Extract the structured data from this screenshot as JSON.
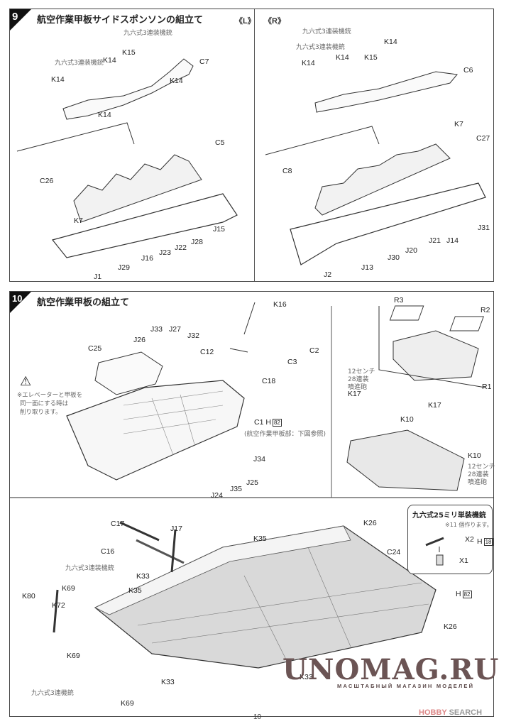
{
  "step9": {
    "number": "9",
    "title": "航空作業甲板サイドスポンソンの組立て",
    "left": {
      "side_label": "《L》",
      "upper_labels": [
        "九六式3連装機銃",
        "九六式3連装機銃",
        "K14",
        "K15",
        "C7",
        "K14",
        "K14",
        "K14"
      ],
      "lower_labels": [
        "C26",
        "K7",
        "C5",
        "J15",
        "J28",
        "J22",
        "J23",
        "J16",
        "J29",
        "J1"
      ]
    },
    "right": {
      "side_label": "《R》",
      "upper_labels": [
        "九六式3連装機銃",
        "九六式3連装機銃",
        "K14",
        "K14",
        "K15",
        "K14",
        "C6"
      ],
      "lower_labels": [
        "K7",
        "C27",
        "C8",
        "J31",
        "J14",
        "J21",
        "J20",
        "J30",
        "J13",
        "J2"
      ]
    }
  },
  "step10": {
    "number": "10",
    "title": "航空作業甲板の組立て",
    "warning_icon": "warning-triangle-icon",
    "warning_text": [
      "※エレベーターと甲板を",
      "同一面にする時は",
      "削り取ります。"
    ],
    "labels_main": [
      "C25",
      "J26",
      "J33",
      "J27",
      "J32",
      "C12",
      "C18",
      "K16",
      "C2",
      "C3",
      "J34",
      "J25",
      "J35",
      "J24"
    ],
    "c1_label": "C1",
    "c1_ref": "H",
    "c1_ref_box": "82",
    "c1_note": "(航空作業甲板部：下図参照)",
    "right_top_labels": [
      "R3",
      "R2",
      "R1"
    ],
    "gun_note_1": [
      "12センチ",
      "28連装",
      "噴進砲"
    ],
    "gun_note_2": [
      "12センチ",
      "28連装",
      "噴進砲"
    ],
    "right_bottom_labels": [
      "K17",
      "K10",
      "K17",
      "K10"
    ]
  },
  "subassembly": {
    "labels": [
      "C17",
      "J17",
      "C16",
      "九六式3連装機銃",
      "K33",
      "K35",
      "K26",
      "C24",
      "K69",
      "K80",
      "K72",
      "K35",
      "K69",
      "K69",
      "九六式3連機銃",
      "K33",
      "K26",
      "K33"
    ],
    "h_ref": "H",
    "h_ref_box": "82",
    "callout": {
      "title": "九六式25ミリ単装機銃",
      "note": "※11 個作ります。",
      "x2": "X2",
      "x1": "X1",
      "ref": "H",
      "ref_box": "18"
    }
  },
  "footer": {
    "page_number": "10",
    "watermark": "UNOMAG.RU",
    "watermark_sub": "МАСШТАБНЫЙ МАГАЗИН МОДЕЛЕЙ",
    "hobby_search_a": "HOBBY",
    "hobby_search_b": "SEARCH"
  }
}
